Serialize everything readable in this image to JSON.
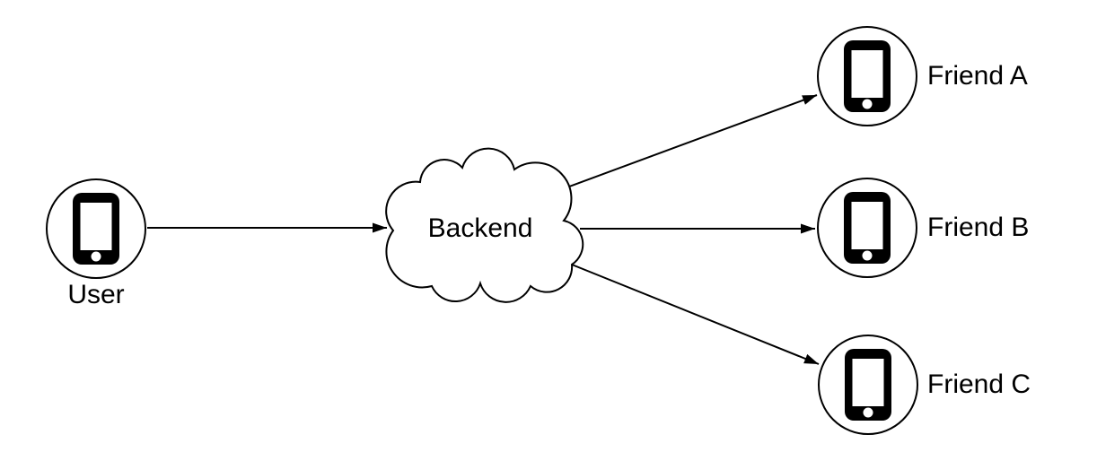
{
  "diagram": {
    "background_color": "#ffffff",
    "line_color": "#000000",
    "text_color": "#000000",
    "nodes": {
      "user": {
        "label": "User",
        "shape": "circle",
        "icon": "smartphone-icon"
      },
      "backend": {
        "label": "Backend",
        "shape": "cloud"
      },
      "friend_a": {
        "label": "Friend A",
        "shape": "circle",
        "icon": "smartphone-icon"
      },
      "friend_b": {
        "label": "Friend B",
        "shape": "circle",
        "icon": "smartphone-icon"
      },
      "friend_c": {
        "label": "Friend C",
        "shape": "circle",
        "icon": "smartphone-icon"
      }
    },
    "edges": [
      {
        "from": "User",
        "to": "Backend",
        "style": "arrow"
      },
      {
        "from": "Backend",
        "to": "Friend A",
        "style": "arrow"
      },
      {
        "from": "Backend",
        "to": "Friend B",
        "style": "arrow"
      },
      {
        "from": "Backend",
        "to": "Friend C",
        "style": "arrow"
      }
    ]
  }
}
